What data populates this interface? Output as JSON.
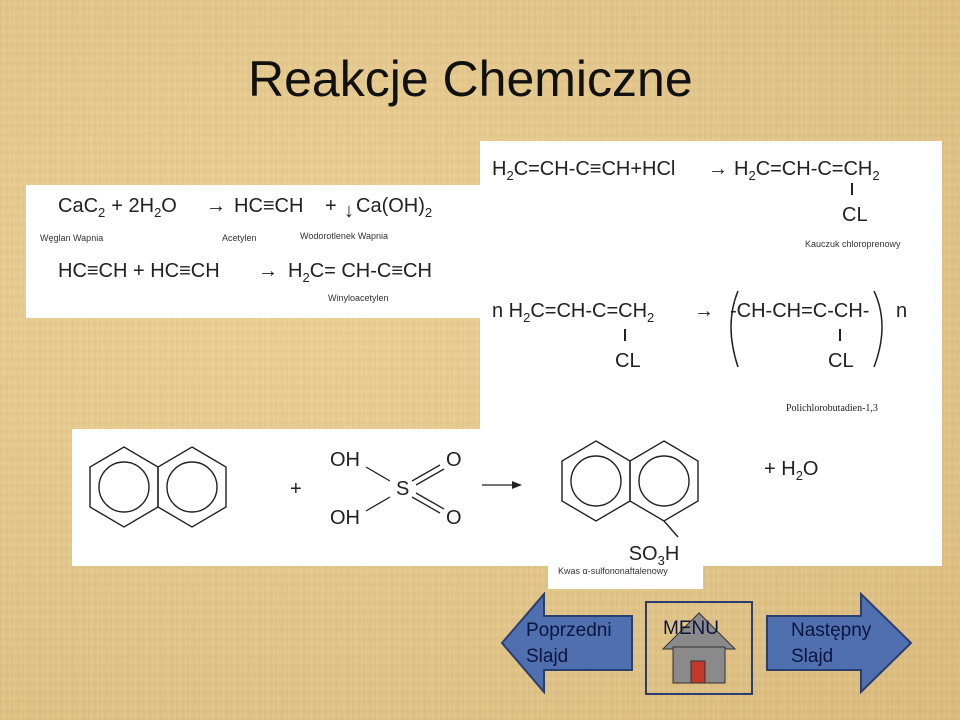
{
  "slide": {
    "title": "Reakcje Chemiczne"
  },
  "panel_acetylene": {
    "eq1_a": "CaC",
    "eq1_a_sub": "2",
    "eq1_plus1": "+ 2H",
    "eq1_h2o_sub": "2",
    "eq1_o": "O",
    "eq1_arrow": "→",
    "eq1_prod1": "HC≡CH",
    "eq1_plus2": "+",
    "eq1_down": "↓",
    "eq1_prod2": "Ca(OH)",
    "eq1_prod2_sub": "2",
    "cap1": "Węglan Wapnia",
    "cap2": "Acetylen",
    "cap3": "Wodorotlenek Wapnia",
    "eq2_left": "HC≡CH + HC≡CH",
    "eq2_arrow": "→",
    "eq2_right_h": "H",
    "eq2_right_sub": "2",
    "eq2_right_rest": "C= CH-C≡CH",
    "cap4": "Winyloacetylen"
  },
  "panel_chloroprene": {
    "eq1_left": "H",
    "eq1_sub1": "2",
    "eq1_mid": "C=CH-C≡CH+HCl",
    "eq1_arrow": "→",
    "eq1_prod_h": "H",
    "eq1_sub2": "2",
    "eq1_prod_mid": "C=CH-C=CH",
    "eq1_sub3": "2",
    "eq1_cl": "CL",
    "cap1": "Kauczuk chloroprenowy",
    "eq2_n": "n H",
    "eq2_sub1": "2",
    "eq2_mid": "C=CH-C=CH",
    "eq2_sub2": "2",
    "eq2_arrow": "→",
    "eq2_prod": "-CH-CH=C-CH-",
    "eq2_n2": "n",
    "eq2_cl_left": "CL",
    "eq2_cl_right": "CL",
    "cap2": "Polichlorobutadien-1,3"
  },
  "panel_sulfonation": {
    "plus1": "+",
    "oh_top": "OH",
    "o_top": "O",
    "s": "S",
    "oh_bottom": "OH",
    "o_bottom": "O",
    "plus2": "+ H",
    "h2o_sub": "2",
    "h2o_o": "O",
    "so3h_a": "SO",
    "so3h_sub": "3",
    "so3h_b": "H",
    "cap": "Kwas α-sulfononaftalenowy"
  },
  "nav": {
    "prev_line1": "Poprzedni",
    "prev_line2": "Slajd",
    "menu_label": "MENU",
    "next_line1": "Następny",
    "next_line2": "Slajd",
    "arrow_fill": "#4f6fae",
    "arrow_stroke": "#2a3f6e",
    "home_fill": "#8a8a8a",
    "door_fill": "#c0392b"
  }
}
